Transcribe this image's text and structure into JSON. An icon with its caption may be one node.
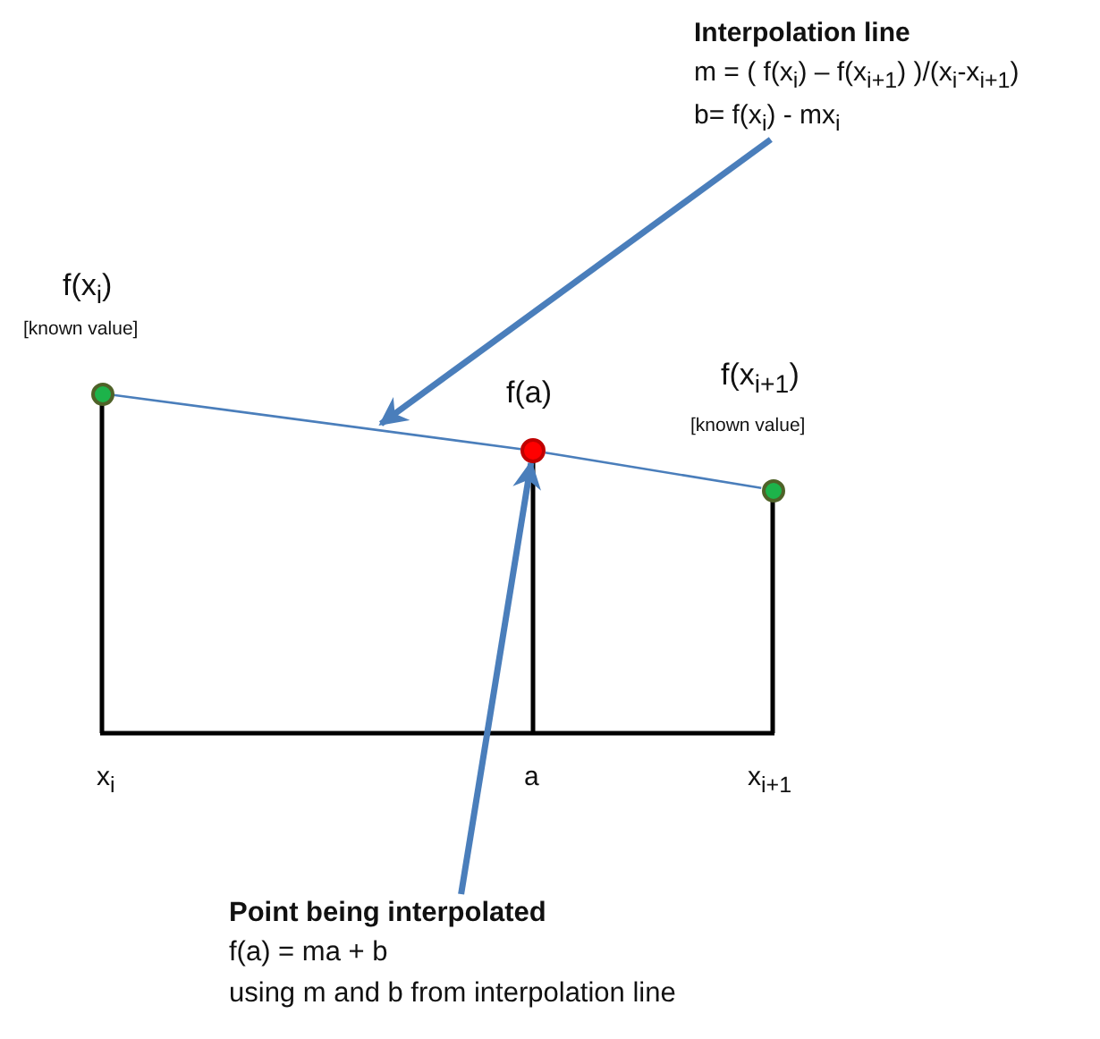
{
  "diagram": {
    "nodes": [
      {
        "text": [
          "Interpolation line",
          "m = ( f(x$_{i}$) – f(x$_{i+1}$) )/(x$_{i}$-x$_{i+1}$)",
          "b= f(x$_{i}$) - mx$_{i}$"
        ]
      },
      {
        "text": [],
        "shape": "circle",
        "beside": [
          "f(x$_{i}$)",
          "[known value]"
        ]
      },
      {
        "text": [],
        "shape": "circle",
        "beside": [
          "f(a)"
        ]
      },
      {
        "text": [],
        "shape": "circle",
        "beside": [
          "f(x$_{i+1}$)",
          "[known value]"
        ]
      },
      {
        "text": [
          "Point being interpolated",
          "f(a) = ma  + b",
          "using m and b from interpolation line"
        ]
      }
    ],
    "edges": [
      {
        "from": 0,
        "to": null,
        "arrow": "to",
        "style": "thick"
      },
      {
        "from": 1,
        "to": 2,
        "arrow": "none"
      },
      {
        "from": 2,
        "to": 3,
        "arrow": "none"
      },
      {
        "from": 4,
        "to": 2,
        "arrow": "to",
        "style": "thick"
      }
    ],
    "labels": [
      "x$_{i}$",
      "a",
      "x$_{i+1}$"
    ]
  }
}
